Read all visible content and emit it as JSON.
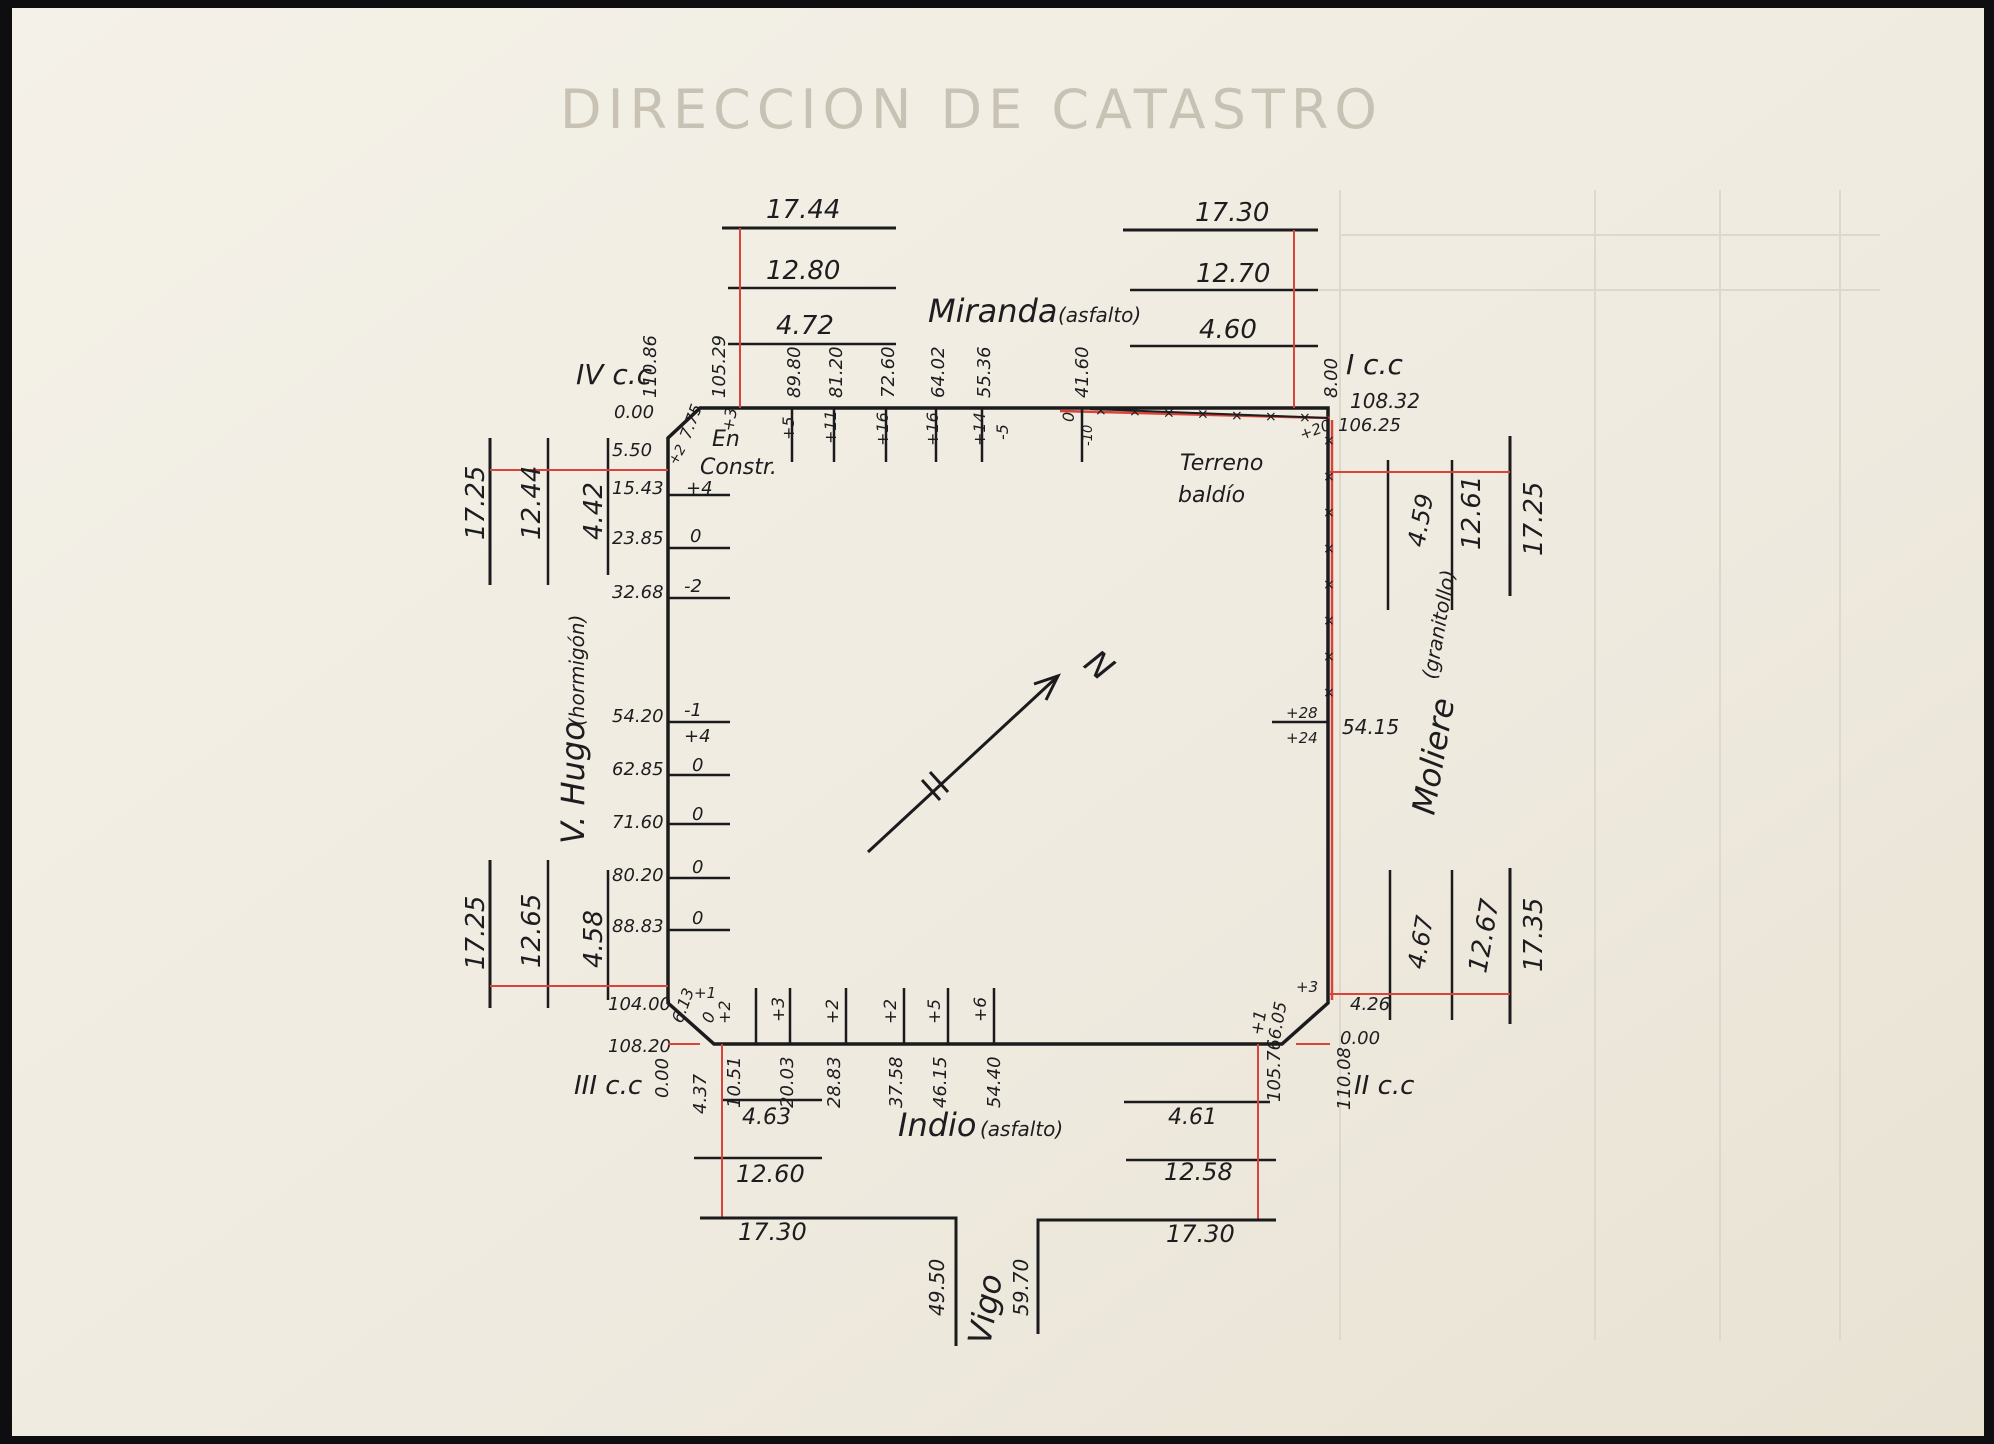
{
  "header": {
    "faded_stamp": "DIRECCION DE CATASTRO"
  },
  "colors": {
    "paper": "#f1ede2",
    "ink": "#1d1d1f",
    "red_lines": "#d8433a",
    "faint": "#c8c2b4"
  },
  "streets": {
    "north": "Miranda",
    "north_surface": "(asfalto)",
    "south": "Indio",
    "south_surface": "(asfalto)",
    "west": "V. Hugo",
    "west_surface": "(hormigón)",
    "east": "Moliere",
    "east_surface": "(granitollo)",
    "side": "Vigo"
  },
  "corners": {
    "nw": "IV c.c",
    "ne": "I c.c",
    "sw": "III c.c",
    "se": "II c.c"
  },
  "labels": {
    "en_constr_1": "En",
    "en_constr_2": "Constr.",
    "terreno_1": "Terreno",
    "terreno_2": "baldío",
    "north_arrow": "N"
  },
  "north_street": {
    "left_widths": [
      "17.44",
      "12.80",
      "4.72"
    ],
    "right_widths": [
      "17.30",
      "12.70",
      "4.60"
    ],
    "frontage": [
      "110.86",
      "105.29",
      "89.80",
      "81.20",
      "72.60",
      "64.02",
      "55.36",
      "41.60",
      "8.00",
      "108.32",
      "106.25"
    ],
    "corner_zero": "0.00",
    "levels": [
      "7.75",
      "+3",
      "+5",
      "+11",
      "+16",
      "+16",
      "+14",
      "-5",
      "0",
      "-10",
      "+20"
    ]
  },
  "west_street": {
    "top_widths": [
      "17.25",
      "12.44",
      "4.42"
    ],
    "bottom_widths": [
      "17.25",
      "12.65",
      "4.58"
    ],
    "frontage": [
      "5.50",
      "15.43",
      "23.85",
      "32.68",
      "54.20",
      "62.85",
      "71.60",
      "80.20",
      "88.83",
      "104.00",
      "108.20"
    ],
    "levels": [
      "+2",
      "+4",
      "0",
      "-2",
      "-1",
      "+4",
      "0",
      "0",
      "0",
      "0",
      "+1",
      "6.13",
      "0",
      "+2"
    ]
  },
  "east_street": {
    "top_widths": [
      "4.59",
      "12.61",
      "17.25"
    ],
    "bottom_widths": [
      "4.67",
      "12.67",
      "17.35"
    ],
    "frontage": [
      "54.15",
      "4.26",
      "0.00"
    ],
    "levels": [
      "+28",
      "+24",
      "+3"
    ]
  },
  "south_street": {
    "left_widths": [
      "4.63",
      "12.60",
      "17.30"
    ],
    "right_widths": [
      "4.61",
      "12.58",
      "17.30"
    ],
    "frontage": [
      "0.00",
      "4.37",
      "10.51",
      "20.03",
      "28.83",
      "37.58",
      "46.15",
      "54.40",
      "105.76",
      "110.08"
    ],
    "levels": [
      "+3",
      "+2",
      "+2",
      "+5",
      "+6",
      "+1",
      "6.05"
    ],
    "vigo_widths": [
      "49.50",
      "59.70"
    ]
  }
}
